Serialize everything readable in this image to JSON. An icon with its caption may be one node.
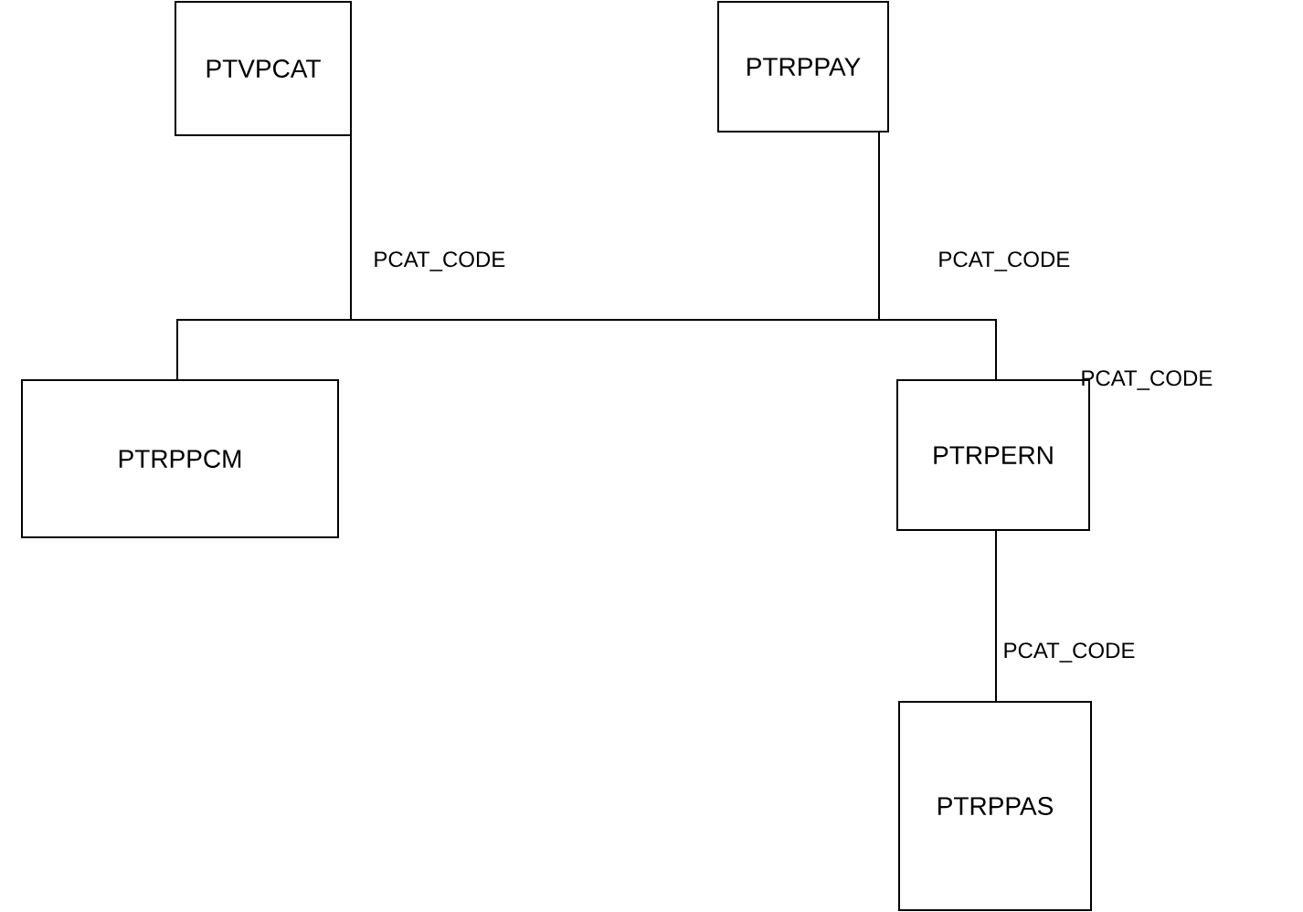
{
  "diagram": {
    "nodes": [
      {
        "text": [
          "PTVPCAT"
        ]
      },
      {
        "text": [
          "PTRPPAY"
        ]
      },
      {
        "text": [
          "PTRPPCM"
        ]
      },
      {
        "text": [
          "PTRPERN"
        ]
      },
      {
        "text": [
          "PTRPPAS"
        ]
      }
    ],
    "edges": [
      {
        "from": 0,
        "to": 2,
        "arrow": "none"
      },
      {
        "from": 0,
        "to": 3,
        "arrow": "none"
      },
      {
        "from": 1,
        "to": 2,
        "arrow": "none"
      },
      {
        "from": 1,
        "to": 3,
        "arrow": "none"
      },
      {
        "from": 3,
        "to": 4,
        "arrow": "none",
        "label": "PCAT_CODE"
      }
    ],
    "labels": [
      "PCAT_CODE",
      "PCAT_CODE",
      "PCAT_CODE"
    ]
  }
}
